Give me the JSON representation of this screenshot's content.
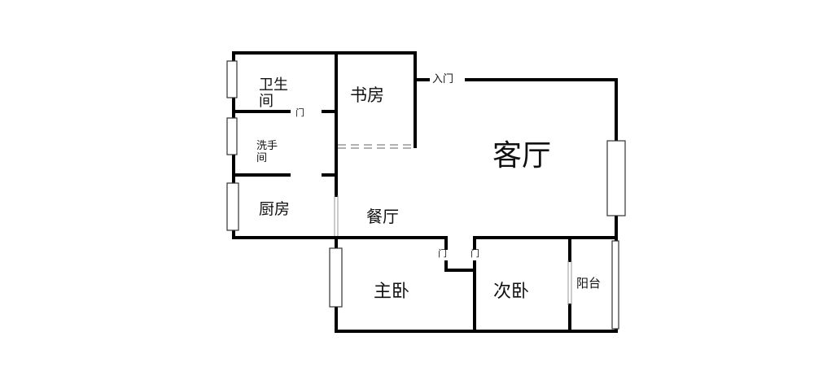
{
  "title": "户型平面图",
  "rooms": {
    "bathroom_line1": "卫生",
    "bathroom_line2": "间",
    "washroom_line1": "洗手",
    "washroom_line2": "间",
    "kitchen": "厨房",
    "study": "书房",
    "dining": "餐厅",
    "living": "客厅",
    "master_bedroom": "主卧",
    "second_bedroom": "次卧",
    "balcony": "阳台"
  },
  "labels": {
    "entrance": "入门",
    "door": "门",
    "door_small_a": "门",
    "door_small_b": "门"
  },
  "colors": {
    "wall": "#000000",
    "window": "#ffffff"
  }
}
